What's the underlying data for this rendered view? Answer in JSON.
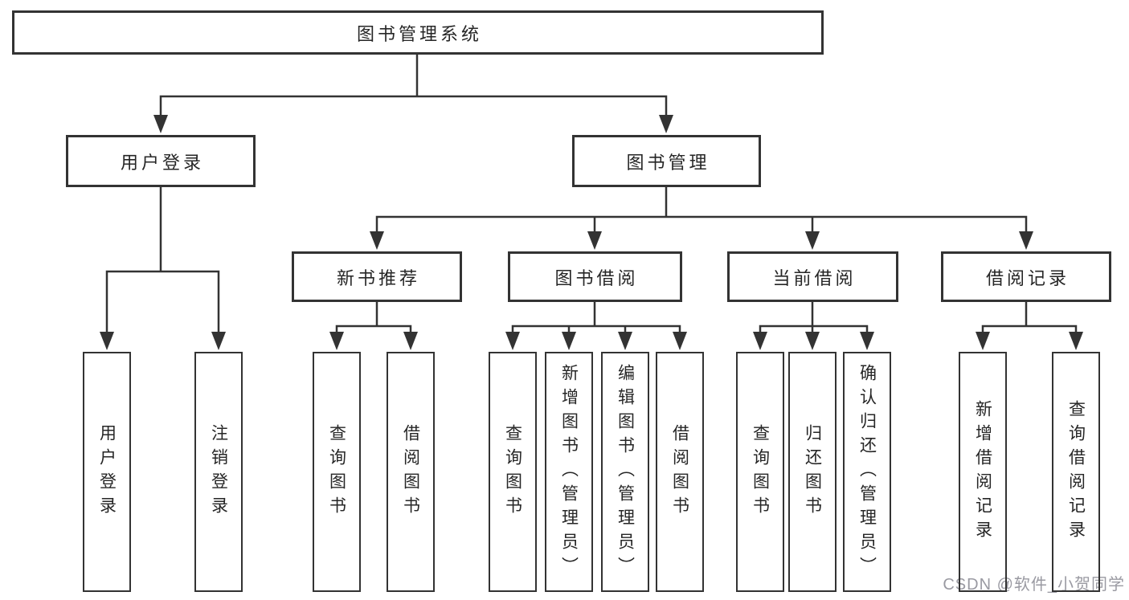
{
  "theme": {
    "background": "#ffffff",
    "line_color": "#333333",
    "text_color": "#262626",
    "watermark_color": "#9a9aa2"
  },
  "diagram": {
    "root": {
      "label": "图书管理系统"
    },
    "branches": [
      {
        "label": "用户登录",
        "children": [
          {
            "label": "用户登录"
          },
          {
            "label": "注销登录"
          }
        ]
      },
      {
        "label": "图书管理",
        "groups": [
          {
            "label": "新书推荐",
            "children": [
              {
                "label": "查询图书"
              },
              {
                "label": "借阅图书"
              }
            ]
          },
          {
            "label": "图书借阅",
            "children": [
              {
                "label": "查询图书"
              },
              {
                "label": "新增图书（管理员）"
              },
              {
                "label": "编辑图书（管理员）"
              },
              {
                "label": "借阅图书"
              }
            ]
          },
          {
            "label": "当前借阅",
            "children": [
              {
                "label": "查询图书"
              },
              {
                "label": "归还图书"
              },
              {
                "label": "确认归还（管理员）"
              }
            ]
          },
          {
            "label": "借阅记录",
            "children": [
              {
                "label": "新增借阅记录"
              },
              {
                "label": "查询借阅记录"
              }
            ]
          }
        ]
      }
    ]
  },
  "watermark": {
    "text": "CSDN @软件_小贺同学"
  }
}
